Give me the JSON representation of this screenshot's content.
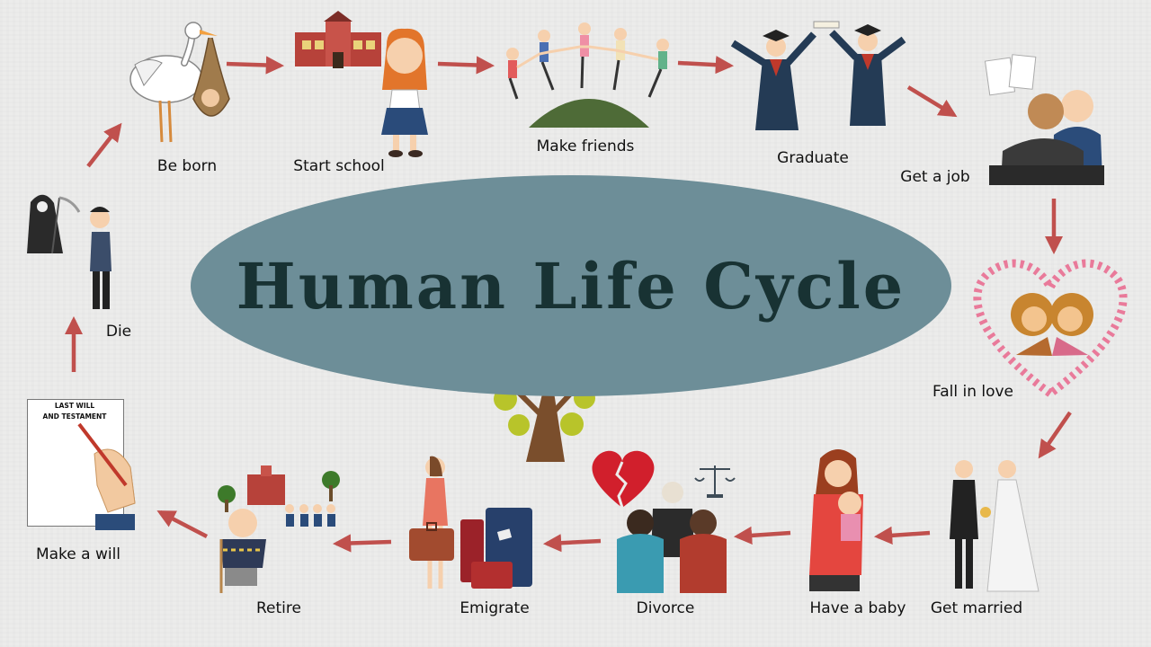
{
  "title": "Human Life Cycle",
  "will_document": {
    "line1": "LAST WILL",
    "line2": "AND TESTAMENT"
  },
  "stages": [
    {
      "id": "be-born",
      "label": "Be born"
    },
    {
      "id": "start-school",
      "label": "Start school"
    },
    {
      "id": "make-friends",
      "label": "Make friends"
    },
    {
      "id": "graduate",
      "label": "Graduate"
    },
    {
      "id": "get-a-job",
      "label": "Get a job"
    },
    {
      "id": "fall-in-love",
      "label": "Fall in love"
    },
    {
      "id": "get-married",
      "label": "Get married"
    },
    {
      "id": "have-a-baby",
      "label": "Have a baby"
    },
    {
      "id": "divorce",
      "label": "Divorce"
    },
    {
      "id": "emigrate",
      "label": "Emigrate"
    },
    {
      "id": "retire",
      "label": "Retire"
    },
    {
      "id": "make-a-will",
      "label": "Make a will"
    },
    {
      "id": "die",
      "label": "Die"
    }
  ],
  "colors": {
    "background": "#ececeb",
    "ellipse": "#6d8e98",
    "title": "#183233",
    "arrow": "#c0504d",
    "tree_leaf": "#b8c42a",
    "tree_trunk": "#7a4e2c",
    "heart": "#d11f2c"
  },
  "icons": [
    "stork-icon",
    "school-building-icon",
    "schoolgirl-icon",
    "children-holding-hands-icon",
    "graduates-icon",
    "job-interview-icon",
    "couple-heart-frame-icon",
    "wedding-couple-icon",
    "mother-baby-icon",
    "broken-heart-icon",
    "judge-scales-icon",
    "luggage-icon",
    "grandfather-cane-icon",
    "will-hand-pen-icon",
    "grim-reaper-icon",
    "sad-man-icon",
    "tree-icon"
  ]
}
